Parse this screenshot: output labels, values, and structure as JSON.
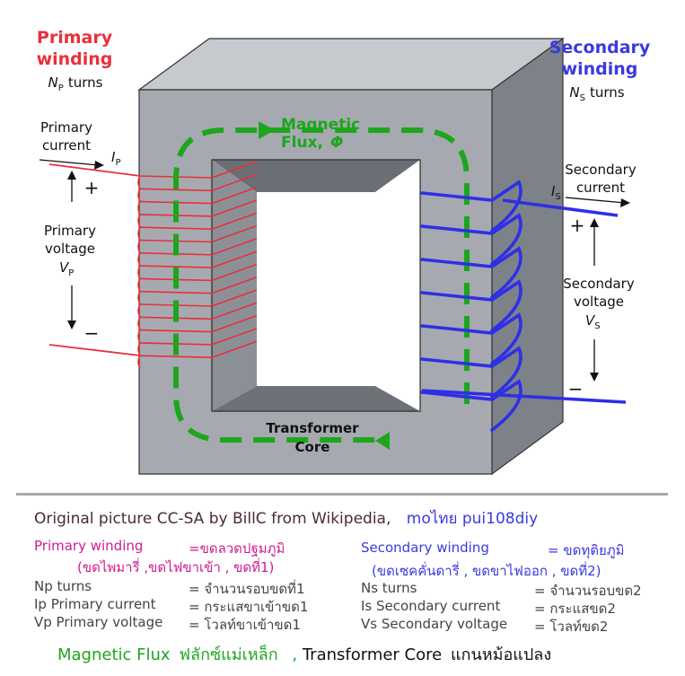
{
  "diagram": {
    "primary_title_1": "Primary",
    "primary_title_2": "winding",
    "primary_turns_sym": "N",
    "primary_turns_sub": "P",
    "primary_turns_word": "turns",
    "primary_current_1": "Primary",
    "primary_current_2": "current",
    "ip_sym": "I",
    "ip_sub": "P",
    "primary_voltage_1": "Primary",
    "primary_voltage_2": "voltage",
    "vp_sym": "V",
    "vp_sub": "P",
    "plus": "+",
    "minus": "−",
    "flux_1": "Magnetic",
    "flux_2": "Flux,",
    "flux_sym": "Φ",
    "core_1": "Transformer",
    "core_2": "Core",
    "secondary_title_1": "Secondary",
    "secondary_title_2": "winding",
    "secondary_turns_sym": "N",
    "secondary_turns_sub": "S",
    "secondary_turns_word": "turns",
    "secondary_current_1": "Secondary",
    "secondary_current_2": "current",
    "is_sym": "I",
    "is_sub": "S",
    "secondary_voltage_1": "Secondary",
    "secondary_voltage_2": "voltage",
    "vs_sym": "V",
    "vs_sub": "S"
  },
  "caption": {
    "credit": "Original picture CC-SA by BillC from Wikipedia,",
    "credit_author": "moไทย pui108diy",
    "left": {
      "title": "Primary winding",
      "title_eq": "=ขดลวดปฐมภูมิ",
      "title_sub": "(ขดไพมารี่ ,ขดไฟขาเข้า , ขดที่1)",
      "rows": [
        {
          "term": "Np turns",
          "eq": "= จำนวนรอบขดที่1"
        },
        {
          "term": "Ip Primary current",
          "eq": "= กระแสขาเข้าขด1"
        },
        {
          "term": "Vp Primary voltage",
          "eq": "= โวลท์ขาเข้าขด1"
        }
      ]
    },
    "right": {
      "title": "Secondary winding",
      "title_eq": "=  ขดทุติยภูมิ",
      "title_sub": "(ขดเซคคั่นดารี่ , ขดขาไฟออก , ขดที่2)",
      "rows": [
        {
          "term": "Ns turns",
          "eq": "= จำนวนรอบขด2"
        },
        {
          "term": "Is Secondary current",
          "eq": "= กระแสขด2"
        },
        {
          "term": "Vs Secondary voltage",
          "eq": "= โวลท์ขด2"
        }
      ]
    },
    "bottom_flux": "Magnetic Flux",
    "bottom_flux_th": "ฟลักซ์แม่เหล็ก",
    "bottom_comma": ",",
    "bottom_core": "Transformer Core",
    "bottom_core_th": "แกนหม้อแปลง"
  },
  "colors": {
    "primary": "#e8303a",
    "secondary": "#3a3ae0",
    "flux": "#1ea51e",
    "core_front": "#a8acb2",
    "core_top": "#c9ccd0",
    "core_side": "#7c8187",
    "caption_magenta": "#cc1d8f",
    "caption_blue": "#3a3ae0"
  }
}
